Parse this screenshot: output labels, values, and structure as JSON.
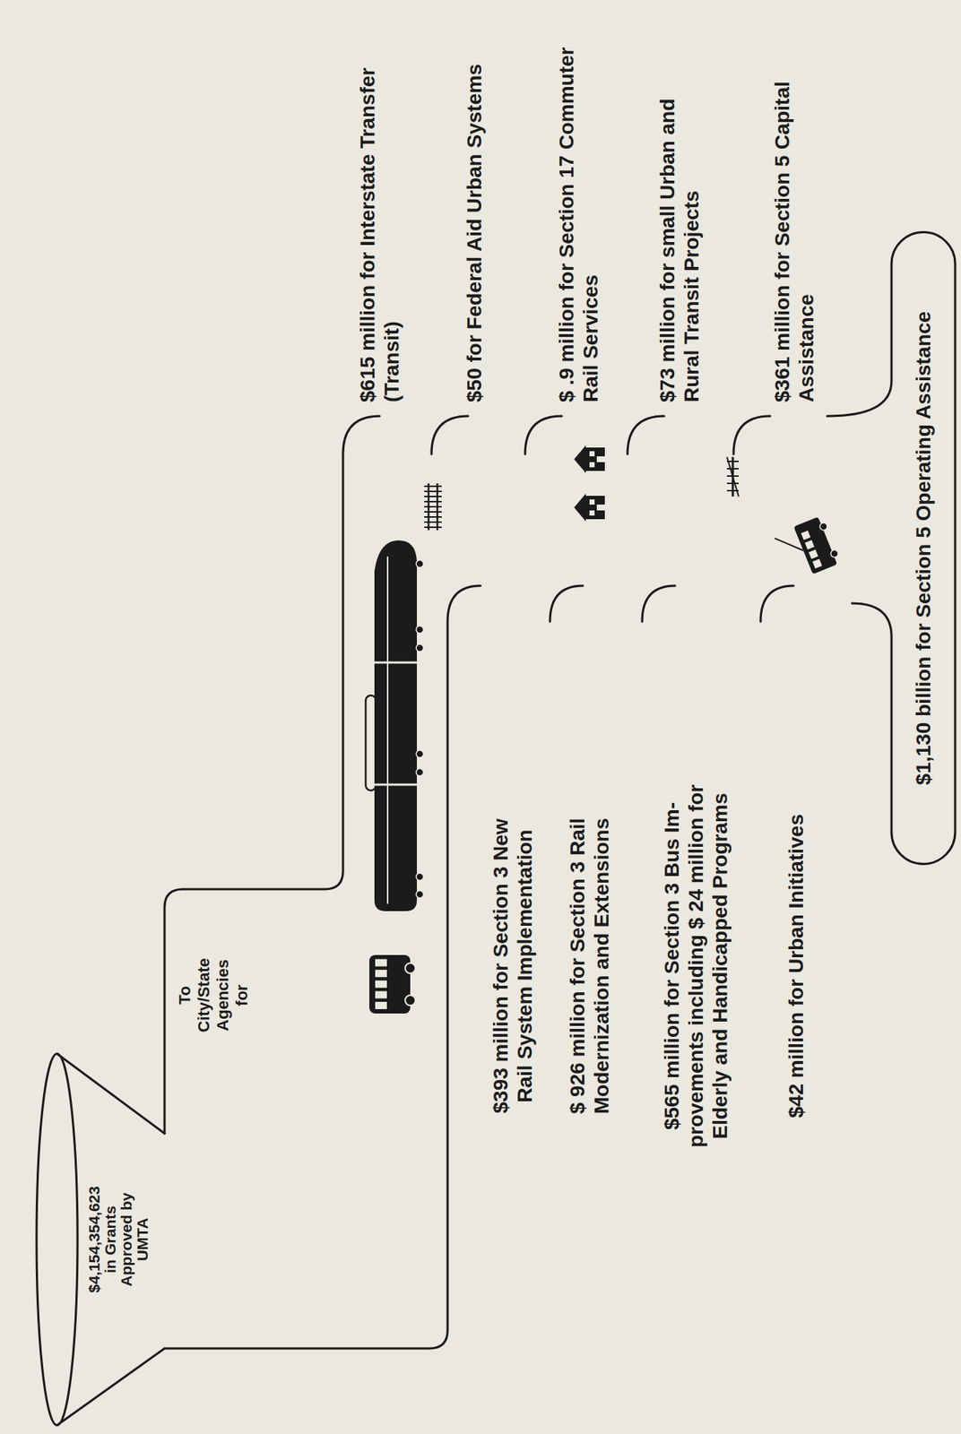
{
  "diagram": {
    "nodes": [
      {
        "text": [
          "$4,154,354,623 in Grants Approved by UMTA"
        ]
      },
      {
        "text": [
          "To City/State Agencies for"
        ]
      },
      {
        "text": [
          "$1,130 billion for Section 5 Operating Assistance"
        ]
      }
    ],
    "labels": [
      "$615 million for Interstate Transfer (Transit)",
      "$50 for Federal Aid Urban Systems",
      "$ .9 million for Section 17 Commuter Rail Services",
      "$73 million for small Urban and Rural Transit Projects",
      "$361 million for Section 5 Capital Assistance",
      "$393 million for Section 3 New Rail System Implementation",
      "$ 926 million for Section 3 Rail Modernization and Extensions",
      "$565 million for Section 3 Bus Im- provements including $ 24 million for Elderly and Handicapped Programs",
      "$42 million for Urban Initiatives"
    ]
  }
}
